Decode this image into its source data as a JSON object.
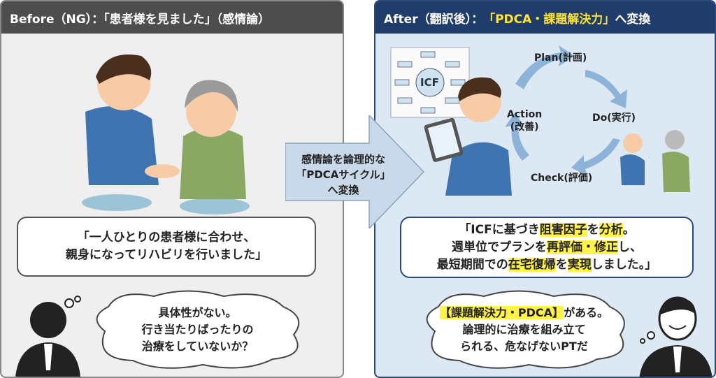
{
  "before": {
    "header": "Before（NG）：「患者様を見ました」（感情論）",
    "quote": [
      "「一人ひとりの患者様に合わせ、",
      "親身になってリハビリを行いました」"
    ],
    "thought": [
      "具体性がない。",
      "行き当たりばったりの",
      "治療をしていないか？"
    ]
  },
  "arrow": {
    "lines": [
      "感情論を論理的な",
      "「PDCAサイクル」",
      "へ変換"
    ]
  },
  "after": {
    "header_prefix": "After（翻訳後）：",
    "header_highlight": "「PDCA・課題解決力」",
    "header_suffix": "へ変換",
    "icf_label": "ICF",
    "cycle": {
      "plan": "Plan(計画)",
      "do": "Do(実行)",
      "check": "Check(評価)",
      "action": "Action",
      "action_sub": "(改善)"
    },
    "quote": {
      "l1": [
        "「ICFに基づき",
        "阻害因子",
        "を",
        "分析",
        "。"
      ],
      "l2": [
        "週単位でプランを",
        "再評価・修正",
        "し、"
      ],
      "l3": [
        "最短期間での",
        "在宅復帰",
        "を",
        "実現",
        "しました。」"
      ]
    },
    "thought": {
      "highlight": "【課題解決力・PDCA】",
      "l1_rest": "がある。",
      "l2": "論理的に治療を組み立て",
      "l3": "られる、危なげないPTだ"
    }
  },
  "colors": {
    "before_header": "#4d4d4d",
    "after_header": "#1f3c6b",
    "highlight": "#fff24a",
    "after_bg": "#dce9f5"
  }
}
